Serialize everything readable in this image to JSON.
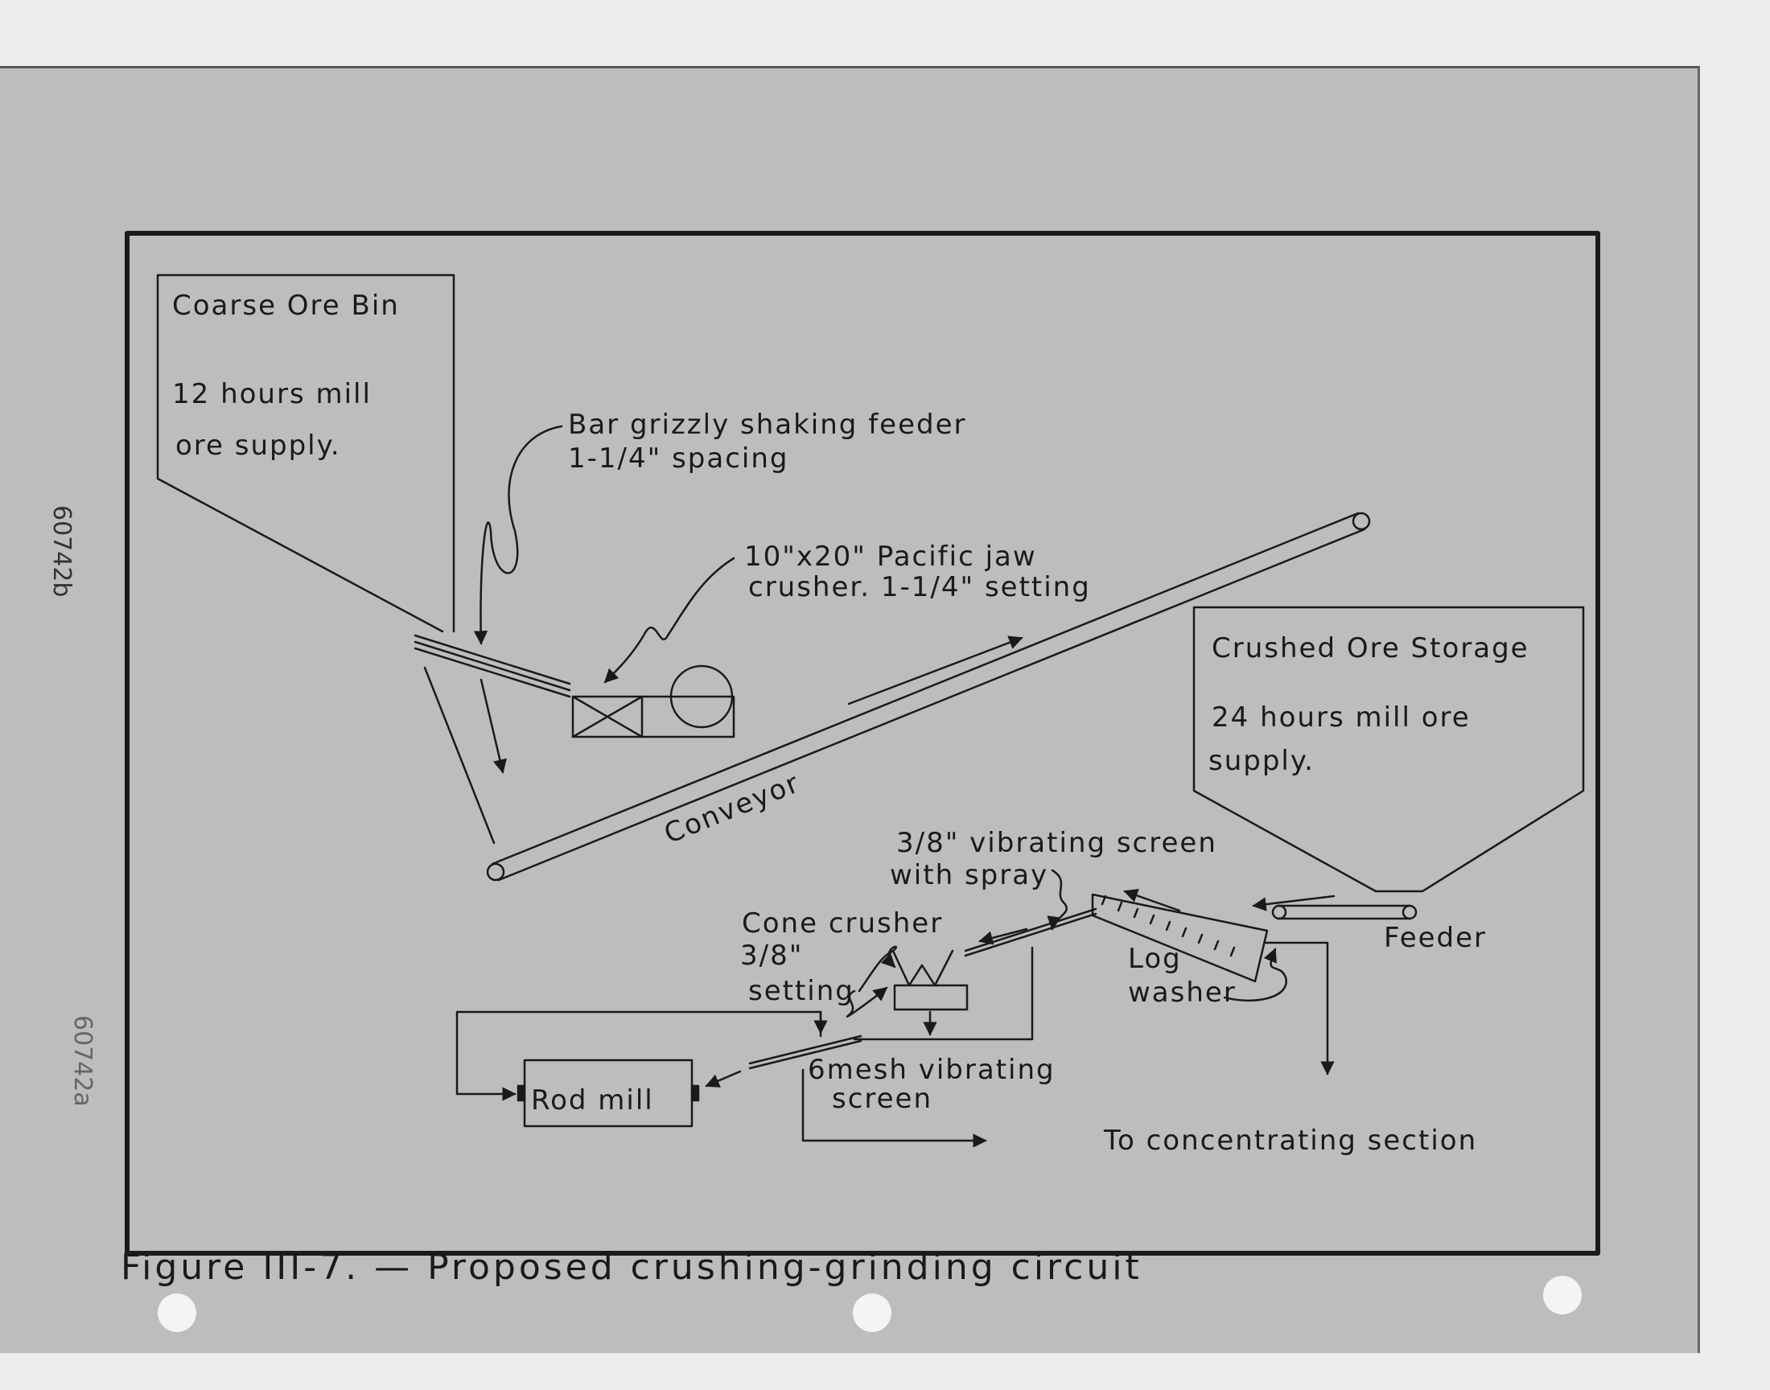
{
  "labels": {
    "coarse_bin_title": "Coarse Ore Bin",
    "coarse_bin_supply_1": "12 hours mill",
    "coarse_bin_supply_2": "ore supply.",
    "grizzly_1": "Bar grizzly shaking feeder",
    "grizzly_2": "1-1/4\" spacing",
    "jaw_1": "10\"x20\" Pacific jaw",
    "jaw_2": "crusher. 1-1/4\" setting",
    "conveyor": "Conveyor",
    "fine_bin_title": "Crushed Ore Storage",
    "fine_bin_supply_1": "24 hours mill ore",
    "fine_bin_supply_2": "supply.",
    "screen_38_1": "3/8\" vibrating screen",
    "screen_38_2": "with spray",
    "cone_1": "Cone crusher",
    "cone_2": "3/8\"",
    "cone_3": "setting",
    "log_1": "Log",
    "log_2": "washer",
    "feeder": "Feeder",
    "rod_mill": "Rod mill",
    "screen_6_1": "6mesh vibrating",
    "screen_6_2": "screen",
    "concentrating": "To concentrating section"
  },
  "caption": "Figure III-7. — Proposed crushing-grinding circuit",
  "margin_stamps": {
    "upper": "60742b",
    "lower": "60742a"
  },
  "colors": {
    "paper": "#bdbdbd",
    "ink": "#1a1a1a",
    "background": "#ededed"
  }
}
